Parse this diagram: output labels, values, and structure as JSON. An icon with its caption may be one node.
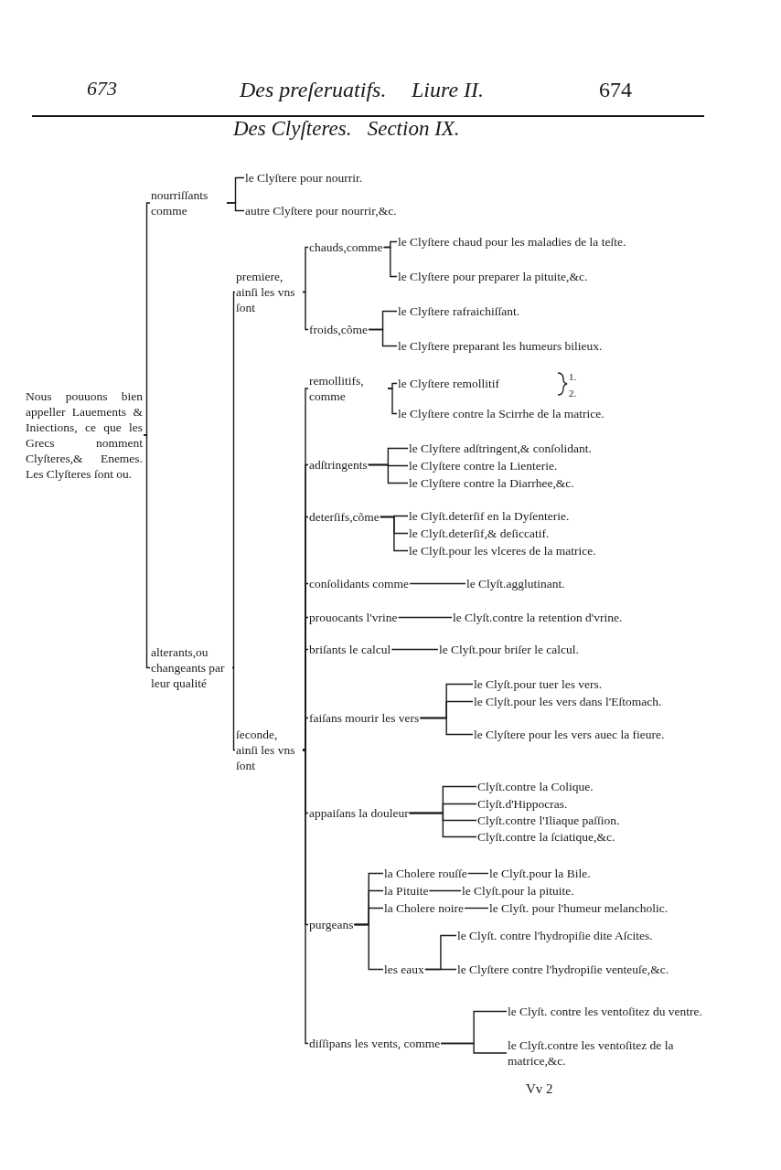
{
  "diagram": {
    "title": "Des Clyſteres.   Section IX.",
    "nodes": [
      {
        "text": [
          "Nous pouuons bien appeller Lauements & Iniections, ce que les Grecs nomment Clyſteres,& Enemes. Les Clyſteres ſont ou."
        ]
      },
      {
        "text": [
          "nourriſſants comme"
        ]
      },
      {
        "text": [
          "le Clyſtere pour nourrir."
        ]
      },
      {
        "text": [
          "autre Clyſtere pour nourrir,&c."
        ]
      },
      {
        "text": [
          "alterants,ou changeants par leur qualité"
        ]
      },
      {
        "text": [
          "premiere, ainſi les vns ſont"
        ]
      },
      {
        "text": [
          "chauds,comme"
        ]
      },
      {
        "text": [
          "le Clyſtere chaud pour les maladies de la teſte."
        ]
      },
      {
        "text": [
          "le Clyſtere pour preparer la pituite,&c."
        ]
      },
      {
        "text": [
          "froids,cõme"
        ]
      },
      {
        "text": [
          "le Clyſtere rafraichiſſant."
        ]
      },
      {
        "text": [
          "le Clyſtere preparant les humeurs bilieux."
        ]
      },
      {
        "text": [
          "ſeconde, ainſi les vns ſont"
        ]
      },
      {
        "text": [
          "remollitifs, comme"
        ]
      },
      {
        "text": [
          "le Clyſtere remollitif"
        ]
      },
      {
        "text": [
          "le Clyſtere contre la Scirrhe de la matrice."
        ]
      },
      {
        "text": [
          "adſtringents"
        ]
      },
      {
        "text": [
          "le Clyſtere adſtringent,& conſolidant."
        ]
      },
      {
        "text": [
          "le Clyſtere contre la Lienterie."
        ]
      },
      {
        "text": [
          "le Clyſtere contre la Diarrhee,&c."
        ]
      },
      {
        "text": [
          "deterſifs,cõme"
        ]
      },
      {
        "text": [
          "le Clyſt.deterſif en la Dyſenterie."
        ]
      },
      {
        "text": [
          "le Clyſt.deterſif,& deſiccatif."
        ]
      },
      {
        "text": [
          "le Clyſt.pour les vlceres de la matrice."
        ]
      },
      {
        "text": [
          "conſolidants comme"
        ]
      },
      {
        "text": [
          "le Clyſt.agglutinant."
        ]
      },
      {
        "text": [
          "prouocants l'vrine"
        ]
      },
      {
        "text": [
          "le Clyſt.contre la retention d'vrine."
        ]
      },
      {
        "text": [
          "briſants le calcul"
        ]
      },
      {
        "text": [
          "le Clyſt.pour briſer le calcul."
        ]
      },
      {
        "text": [
          "faiſans mourir les vers"
        ]
      },
      {
        "text": [
          "le Clyſt.pour tuer les vers."
        ]
      },
      {
        "text": [
          "le Clyſt.pour les vers dans l'Eſtomach."
        ]
      },
      {
        "text": [
          "le Clyſtere pour les vers auec la fieure."
        ]
      },
      {
        "text": [
          "appaiſans la douleur"
        ]
      },
      {
        "text": [
          "Clyſt.contre la Colique."
        ]
      },
      {
        "text": [
          "Clyſt.d'Hippocras."
        ]
      },
      {
        "text": [
          "Clyſt.contre l'Iliaque paſſion."
        ]
      },
      {
        "text": [
          "Clyſt.contre la ſciatique,&c."
        ]
      },
      {
        "text": [
          "purgeans"
        ]
      },
      {
        "text": [
          "la Cholere rouſſe"
        ]
      },
      {
        "text": [
          "le Clyſt.pour la Bile."
        ]
      },
      {
        "text": [
          "la Pituite"
        ]
      },
      {
        "text": [
          "le Clyſt.pour la pituite."
        ]
      },
      {
        "text": [
          "la Cholere noire"
        ]
      },
      {
        "text": [
          "le Clyſt. pour l'humeur melancholic."
        ]
      },
      {
        "text": [
          "les eaux"
        ]
      },
      {
        "text": [
          "le Clyſt. contre l'hydropiſie dite Aſcites."
        ]
      },
      {
        "text": [
          "le Clyſtere contre l'hydropiſie venteuſe,&c."
        ]
      },
      {
        "text": [
          "diſſipans les vents, comme"
        ]
      },
      {
        "text": [
          "le Clyſt. contre les ventoſitez du ventre."
        ]
      },
      {
        "text": [
          "le Clyſt.contre les ventoſitez de la matrice,&c."
        ]
      }
    ],
    "edges": [
      {
        "from": 0,
        "to": 1,
        "arrow": "none"
      },
      {
        "from": 0,
        "to": 4,
        "arrow": "none"
      },
      {
        "from": 1,
        "to": 2,
        "arrow": "none"
      },
      {
        "from": 1,
        "to": 3,
        "arrow": "none"
      },
      {
        "from": 4,
        "to": 5,
        "arrow": "none"
      },
      {
        "from": 4,
        "to": 12,
        "arrow": "none"
      },
      {
        "from": 5,
        "to": 6,
        "arrow": "none"
      },
      {
        "from": 5,
        "to": 9,
        "arrow": "none"
      },
      {
        "from": 6,
        "to": 7,
        "arrow": "none"
      },
      {
        "from": 6,
        "to": 8,
        "arrow": "none"
      },
      {
        "from": 9,
        "to": 10,
        "arrow": "none"
      },
      {
        "from": 9,
        "to": 11,
        "arrow": "none"
      },
      {
        "from": 12,
        "to": 13,
        "arrow": "none"
      },
      {
        "from": 12,
        "to": 16,
        "arrow": "none"
      },
      {
        "from": 12,
        "to": 20,
        "arrow": "none"
      },
      {
        "from": 12,
        "to": 24,
        "arrow": "none"
      },
      {
        "from": 12,
        "to": 26,
        "arrow": "none"
      },
      {
        "from": 12,
        "to": 28,
        "arrow": "none"
      },
      {
        "from": 12,
        "to": 30,
        "arrow": "none"
      },
      {
        "from": 12,
        "to": 34,
        "arrow": "none"
      },
      {
        "from": 12,
        "to": 39,
        "arrow": "none"
      },
      {
        "from": 12,
        "to": 49,
        "arrow": "none"
      },
      {
        "from": 13,
        "to": 14,
        "arrow": "none"
      },
      {
        "from": 13,
        "to": 15,
        "arrow": "none"
      },
      {
        "from": 16,
        "to": 17,
        "arrow": "none"
      },
      {
        "from": 16,
        "to": 18,
        "arrow": "none"
      },
      {
        "from": 16,
        "to": 19,
        "arrow": "none"
      },
      {
        "from": 20,
        "to": 21,
        "arrow": "none"
      },
      {
        "from": 20,
        "to": 22,
        "arrow": "none"
      },
      {
        "from": 20,
        "to": 23,
        "arrow": "none"
      },
      {
        "from": 24,
        "to": 25,
        "arrow": "none"
      },
      {
        "from": 26,
        "to": 27,
        "arrow": "none"
      },
      {
        "from": 28,
        "to": 29,
        "arrow": "none"
      },
      {
        "from": 30,
        "to": 31,
        "arrow": "none"
      },
      {
        "from": 30,
        "to": 32,
        "arrow": "none"
      },
      {
        "from": 30,
        "to": 33,
        "arrow": "none"
      },
      {
        "from": 34,
        "to": 35,
        "arrow": "none"
      },
      {
        "from": 34,
        "to": 36,
        "arrow": "none"
      },
      {
        "from": 34,
        "to": 37,
        "arrow": "none"
      },
      {
        "from": 34,
        "to": 38,
        "arrow": "none"
      },
      {
        "from": 39,
        "to": 40,
        "arrow": "none"
      },
      {
        "from": 39,
        "to": 42,
        "arrow": "none"
      },
      {
        "from": 39,
        "to": 44,
        "arrow": "none"
      },
      {
        "from": 39,
        "to": 46,
        "arrow": "none"
      },
      {
        "from": 40,
        "to": 41,
        "arrow": "none"
      },
      {
        "from": 42,
        "to": 43,
        "arrow": "none"
      },
      {
        "from": 44,
        "to": 45,
        "arrow": "none"
      },
      {
        "from": 46,
        "to": 47,
        "arrow": "none"
      },
      {
        "from": 46,
        "to": 48,
        "arrow": "none"
      },
      {
        "from": 49,
        "to": 50,
        "arrow": "none"
      },
      {
        "from": 49,
        "to": 51,
        "arrow": "none"
      }
    ],
    "labels": [
      "673",
      "Des preſeruatifs.",
      "Liure II.",
      "674",
      "1.",
      "2.",
      "Vv 2"
    ]
  }
}
